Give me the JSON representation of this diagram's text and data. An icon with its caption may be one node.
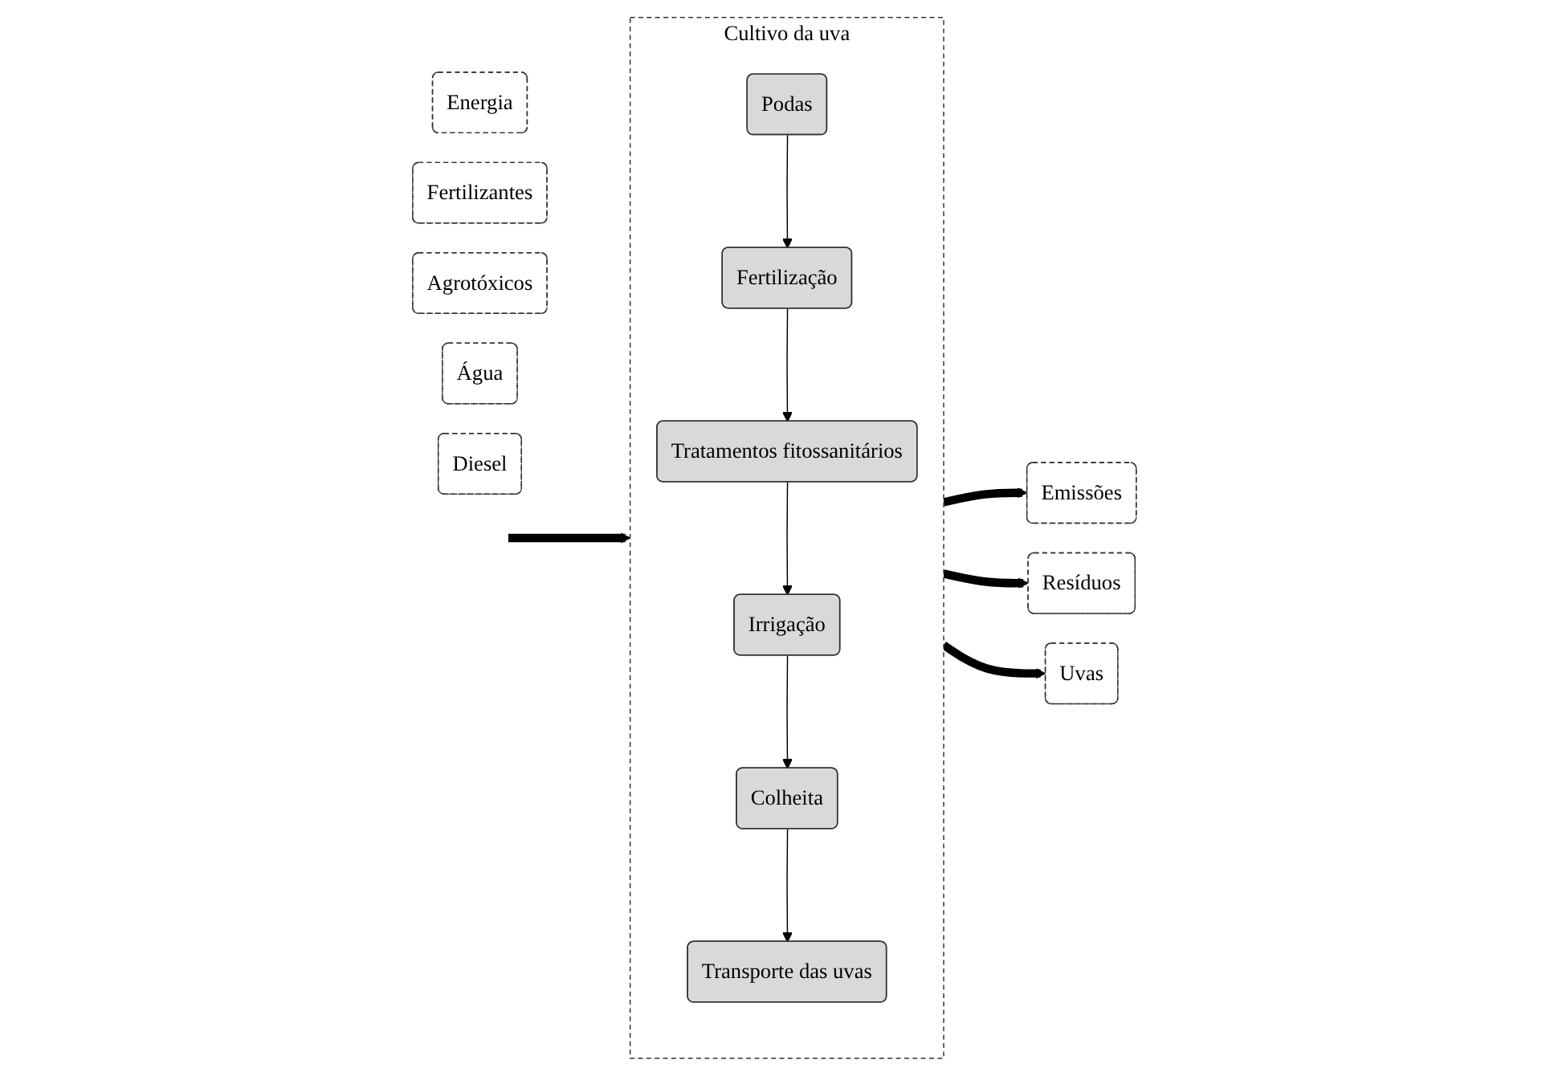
{
  "diagram": {
    "nodes": [
      {
        "text": [
          "Cultivo da uva"
        ]
      },
      {
        "text": [
          "Podas"
        ],
        "in": 0
      },
      {
        "text": [
          "Fertilização"
        ],
        "in": 0
      },
      {
        "text": [
          "Tratamentos fitossanitários"
        ],
        "in": 0
      },
      {
        "text": [
          "Irrigação"
        ],
        "in": 0
      },
      {
        "text": [
          "Colheita"
        ],
        "in": 0
      },
      {
        "text": [
          "Transporte das uvas"
        ],
        "in": 0
      },
      {
        "text": [
          "Energia"
        ]
      },
      {
        "text": [
          "Fertilizantes"
        ]
      },
      {
        "text": [
          "Agrotóxicos"
        ]
      },
      {
        "text": [
          "Água"
        ]
      },
      {
        "text": [
          "Diesel"
        ]
      },
      {
        "text": [
          "Emissões"
        ]
      },
      {
        "text": [
          "Resíduos"
        ]
      },
      {
        "text": [
          "Uvas"
        ]
      }
    ],
    "edges": [
      {
        "from": 1,
        "to": 2,
        "arrow": "to"
      },
      {
        "from": 2,
        "to": 3,
        "arrow": "to"
      },
      {
        "from": 3,
        "to": 4,
        "arrow": "to"
      },
      {
        "from": 4,
        "to": 5,
        "arrow": "to"
      },
      {
        "from": 5,
        "to": 6,
        "arrow": "to"
      },
      {
        "from": null,
        "to": 0,
        "arrow": "to",
        "style": "thick"
      },
      {
        "from": 0,
        "to": 12,
        "arrow": "to",
        "style": "thick"
      },
      {
        "from": 0,
        "to": 13,
        "arrow": "to",
        "style": "thick"
      },
      {
        "from": 0,
        "to": 14,
        "arrow": "to",
        "style": "thick"
      }
    ]
  }
}
